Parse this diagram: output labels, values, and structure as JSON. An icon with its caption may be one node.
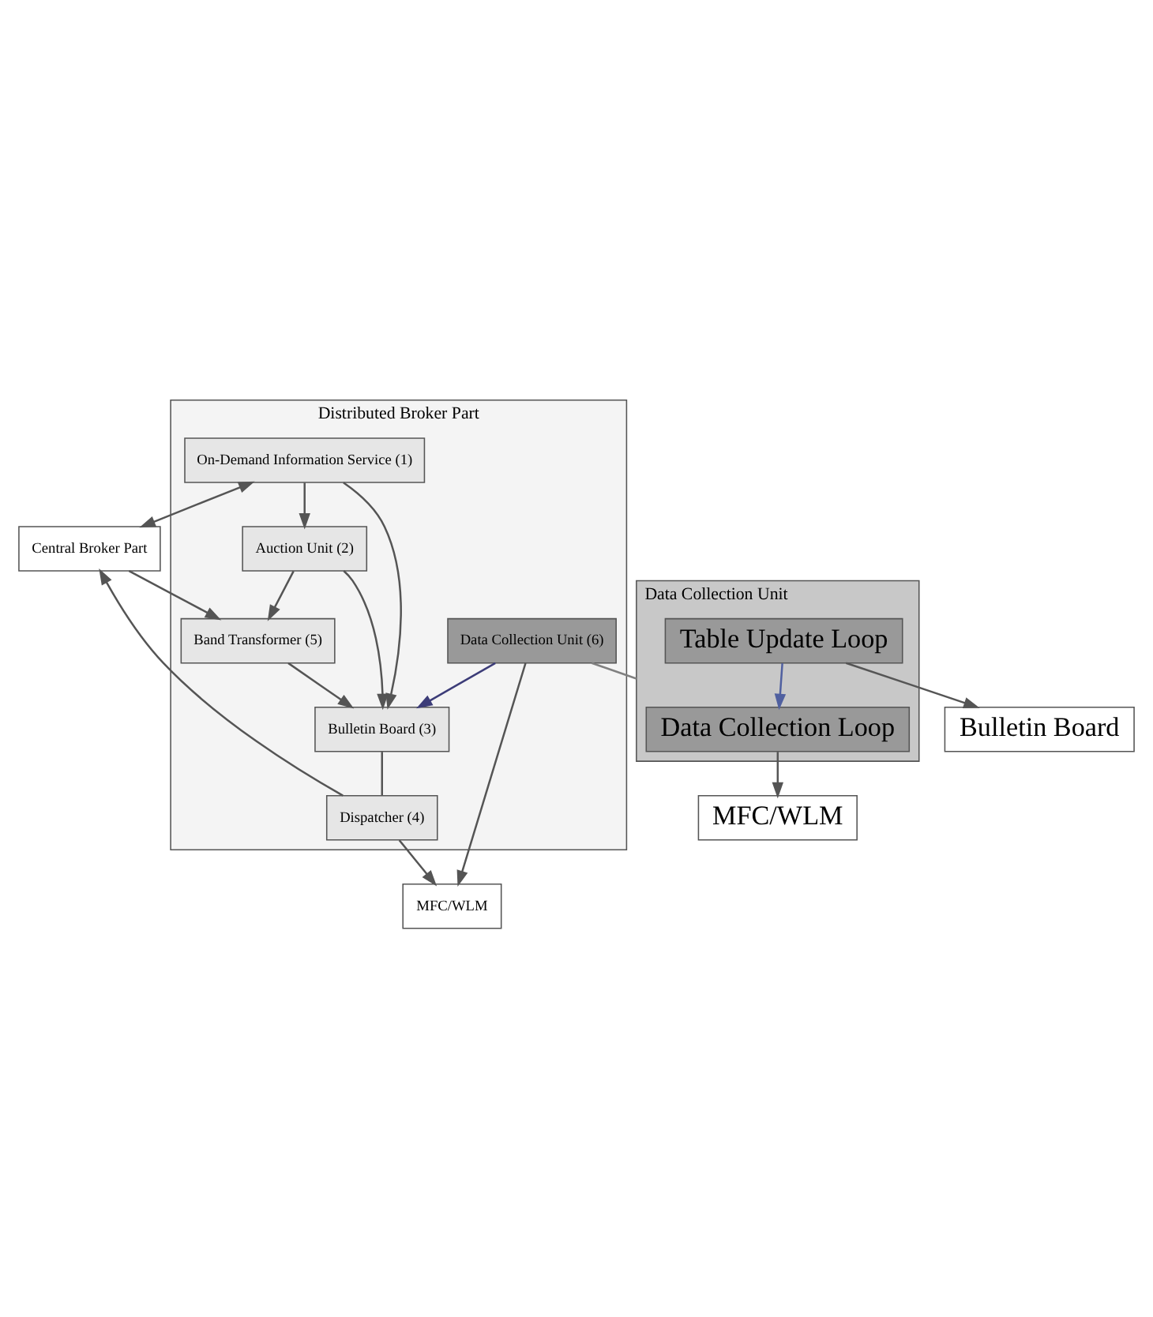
{
  "diagram": {
    "nodes": [
      {
        "text": [
          "Distributed Broker Part"
        ]
      },
      {
        "text": [
          "On-Demand Information Service (1)"
        ],
        "in": 0
      },
      {
        "text": [
          "Auction Unit (2)"
        ],
        "in": 0
      },
      {
        "text": [
          "Bulletin Board (3)"
        ],
        "in": 0
      },
      {
        "text": [
          "Data Collection Unit (6)"
        ],
        "in": 0
      },
      {
        "text": [
          "Band Transformer (5)"
        ],
        "in": 0
      },
      {
        "text": [
          "Dispatcher (4)"
        ],
        "in": 0
      },
      {
        "text": [
          "Central Broker Part"
        ]
      },
      {
        "text": [
          "MFC/WLM"
        ]
      },
      {
        "text": [
          "Data Collection Unit"
        ]
      },
      {
        "text": [
          "Data Collection Loop"
        ],
        "in": 9
      },
      {
        "text": [
          "Table Update Loop"
        ],
        "in": 9
      },
      {
        "text": [
          "MFC/WLM"
        ]
      },
      {
        "text": [
          "Bulletin Board"
        ]
      }
    ],
    "edges": [
      {
        "from": 1,
        "to": 3,
        "arrow": "to"
      },
      {
        "from": 1,
        "to": 2,
        "arrow": "to"
      },
      {
        "from": 2,
        "to": 3,
        "arrow": "to"
      },
      {
        "from": 2,
        "to": 5,
        "arrow": "to"
      },
      {
        "from": 5,
        "to": 3,
        "arrow": "to"
      },
      {
        "from": 4,
        "to": 3,
        "arrow": "to",
        "color": "#3c3c78"
      },
      {
        "from": 3,
        "to": 6,
        "arrow": "none"
      },
      {
        "from": 1,
        "to": 7,
        "arrow": "both"
      },
      {
        "from": 7,
        "to": 5,
        "arrow": "to"
      },
      {
        "from": 6,
        "to": 7,
        "arrow": "to"
      },
      {
        "from": 6,
        "to": 8,
        "arrow": "to"
      },
      {
        "from": 4,
        "to": 8,
        "arrow": "to"
      },
      {
        "from": 4,
        "to": 9,
        "arrow": "none",
        "color": "#808080"
      },
      {
        "from": 11,
        "to": 10,
        "arrow": "to",
        "color": "#5060a0"
      },
      {
        "from": 10,
        "to": 12,
        "arrow": "to"
      },
      {
        "from": 11,
        "to": 13,
        "arrow": "to"
      }
    ]
  }
}
